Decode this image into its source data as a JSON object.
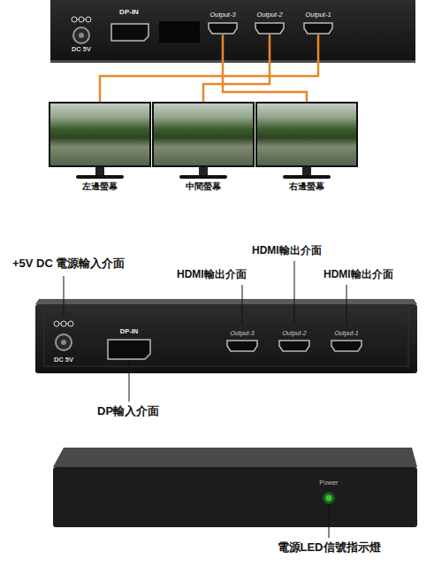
{
  "diagram": {
    "nodes": [
      {
        "text": [
          "Output-3"
        ]
      },
      {
        "text": [
          "Output-2"
        ]
      },
      {
        "text": [
          "Output-1"
        ]
      },
      {
        "text": [
          "左邊螢幕"
        ]
      },
      {
        "text": [
          "中間螢幕"
        ]
      },
      {
        "text": [
          "右邊螢幕"
        ]
      }
    ],
    "edges": [
      {
        "from": 2,
        "to": 3,
        "arrow": "none"
      },
      {
        "from": 1,
        "to": 4,
        "arrow": "none"
      },
      {
        "from": 0,
        "to": 5,
        "arrow": "none"
      }
    ],
    "labels": [
      "DC 5V",
      "DP-IN",
      "+5V DC 電源輸入介面",
      "HDMI輸出介面",
      "HDMI輸出介面",
      "HDMI輸出介面",
      "DC 5V",
      "DP-IN",
      "Output-3",
      "Output-2",
      "Output-1",
      "DP輸入介面",
      "Power",
      "電源LED信號指示燈"
    ]
  }
}
